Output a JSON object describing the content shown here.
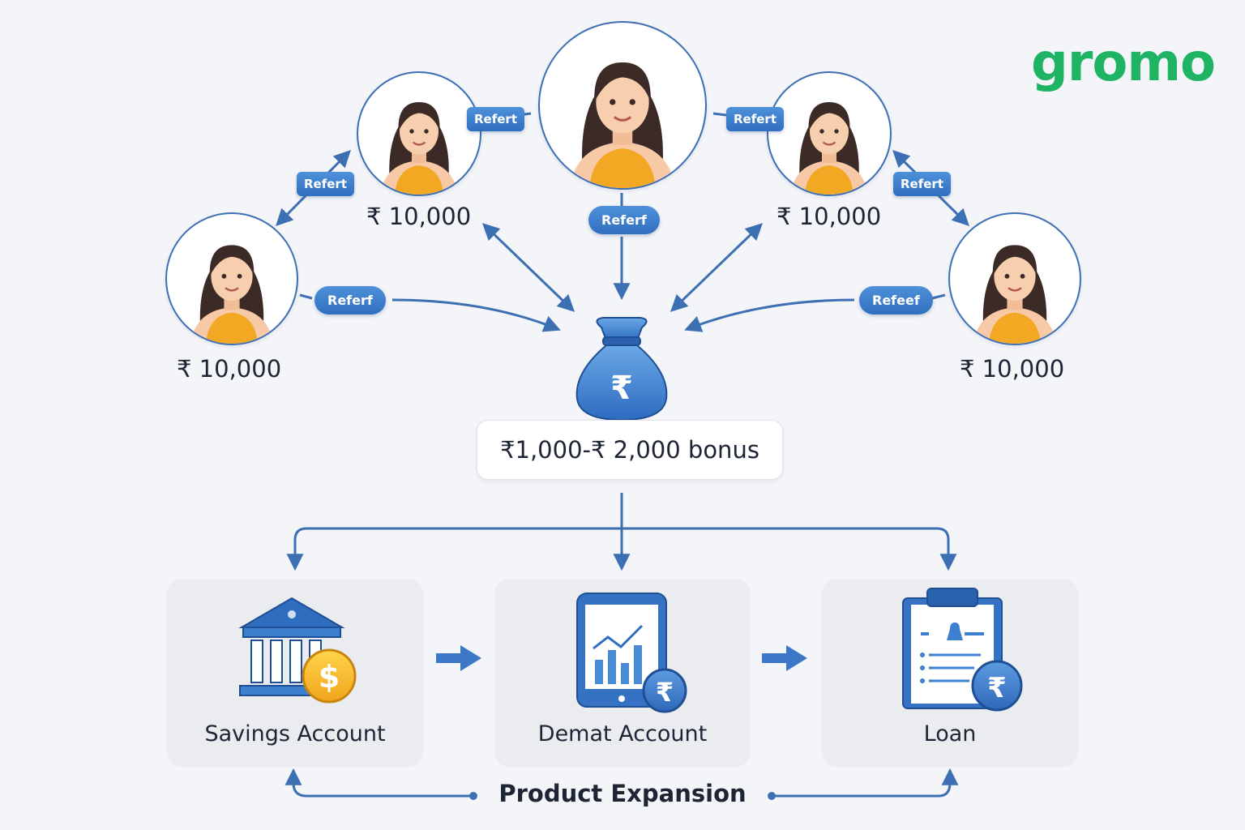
{
  "logo": "gromo",
  "referrers": [
    {
      "name": "center"
    },
    {
      "name": "upper-left",
      "amount": "₹ 10,000"
    },
    {
      "name": "upper-right",
      "amount": "₹ 10,000"
    },
    {
      "name": "lower-left",
      "amount": "₹ 10,000"
    },
    {
      "name": "lower-right",
      "amount": "₹ 10,000"
    }
  ],
  "pills": {
    "upper_left_side": "Refert",
    "upper_left_diag": "Refert",
    "upper_right_side": "Refert",
    "upper_right_diag": "Refert",
    "center": "Referf",
    "lower_left": "Referf",
    "lower_right": "Refeef"
  },
  "bonus": "₹1,000-₹ 2,000 bonus",
  "products": [
    {
      "label": "Savings Account",
      "icon": "bank-icon"
    },
    {
      "label": "Demat Account",
      "icon": "tablet-chart-icon"
    },
    {
      "label": "Loan",
      "icon": "clipboard-icon"
    }
  ],
  "footer": "Product Expansion",
  "colors": {
    "accent": "#3d6fb3",
    "brand_green": "#1fb364",
    "shirt": "#f2a823"
  }
}
